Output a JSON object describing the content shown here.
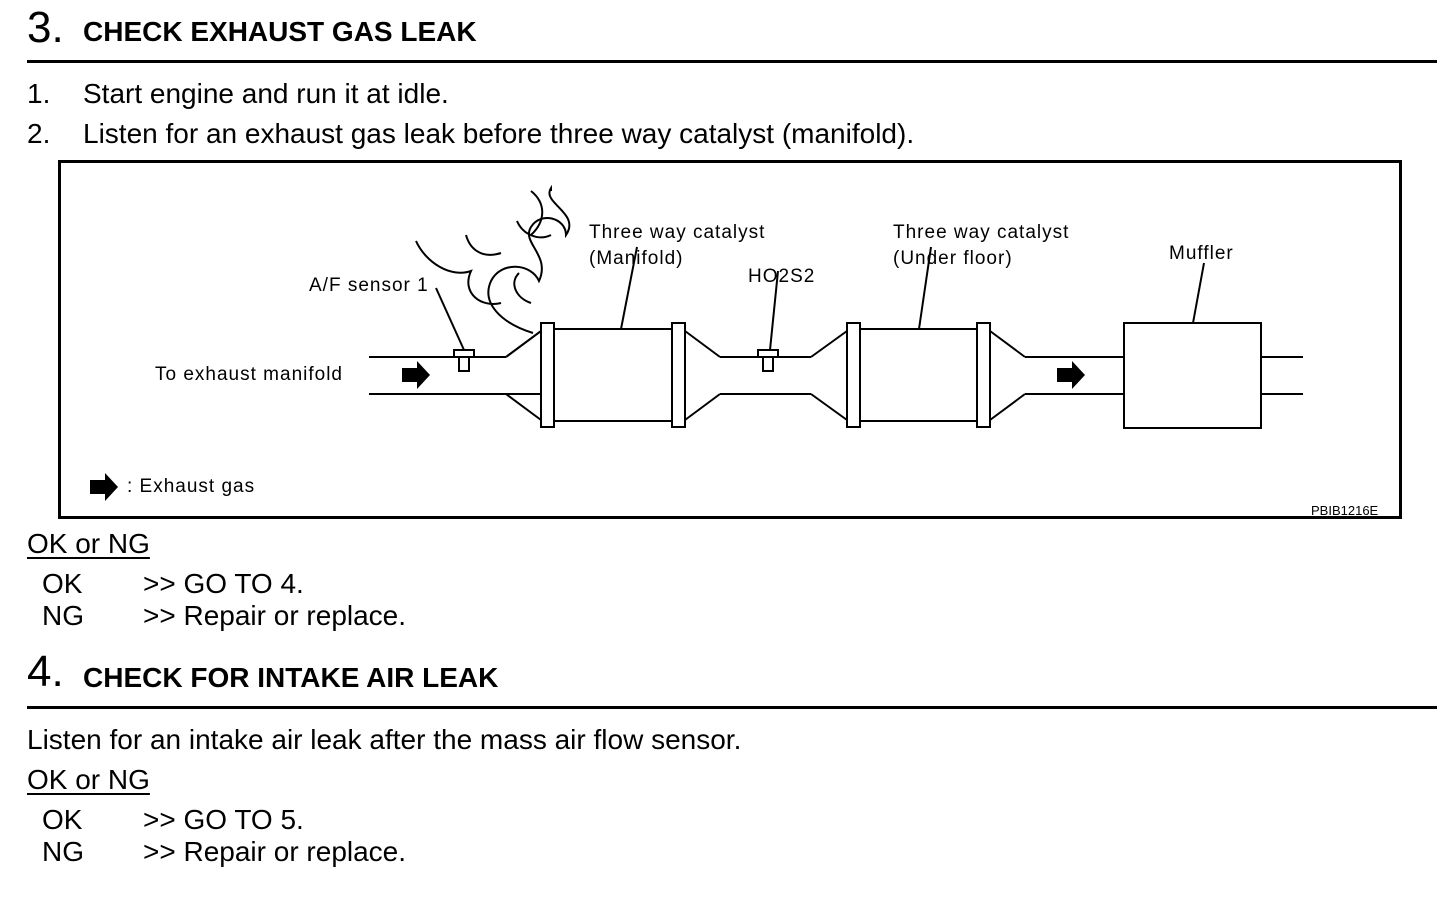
{
  "step3": {
    "number": "3.",
    "title": "CHECK EXHAUST GAS LEAK",
    "items": [
      {
        "num": "1.",
        "text": "Start engine and run it at idle."
      },
      {
        "num": "2.",
        "text": "Listen for an exhaust gas leak before three way catalyst (manifold)."
      }
    ],
    "figure": {
      "labels": {
        "af_sensor": "A/F sensor 1",
        "to_manifold": "To exhaust manifold",
        "catalyst_manifold_line1": "Three way catalyst",
        "catalyst_manifold_line2": "(Manifold)",
        "ho2s2": "HO2S2",
        "catalyst_under_line1": "Three way catalyst",
        "catalyst_under_line2": "(Under floor)",
        "muffler": "Muffler",
        "legend": ": Exhaust gas",
        "code": "PBIB1216E"
      }
    },
    "result_heading": "OK or NG",
    "results": [
      {
        "code": "OK",
        "action": ">> GO TO 4."
      },
      {
        "code": "NG",
        "action": ">> Repair or replace."
      }
    ]
  },
  "step4": {
    "number": "4.",
    "title": "CHECK FOR INTAKE AIR LEAK",
    "text": "Listen for an intake air leak after the mass air flow sensor.",
    "result_heading": "OK or NG",
    "results": [
      {
        "code": "OK",
        "action": ">> GO TO 5."
      },
      {
        "code": "NG",
        "action": ">> Repair or replace."
      }
    ]
  }
}
